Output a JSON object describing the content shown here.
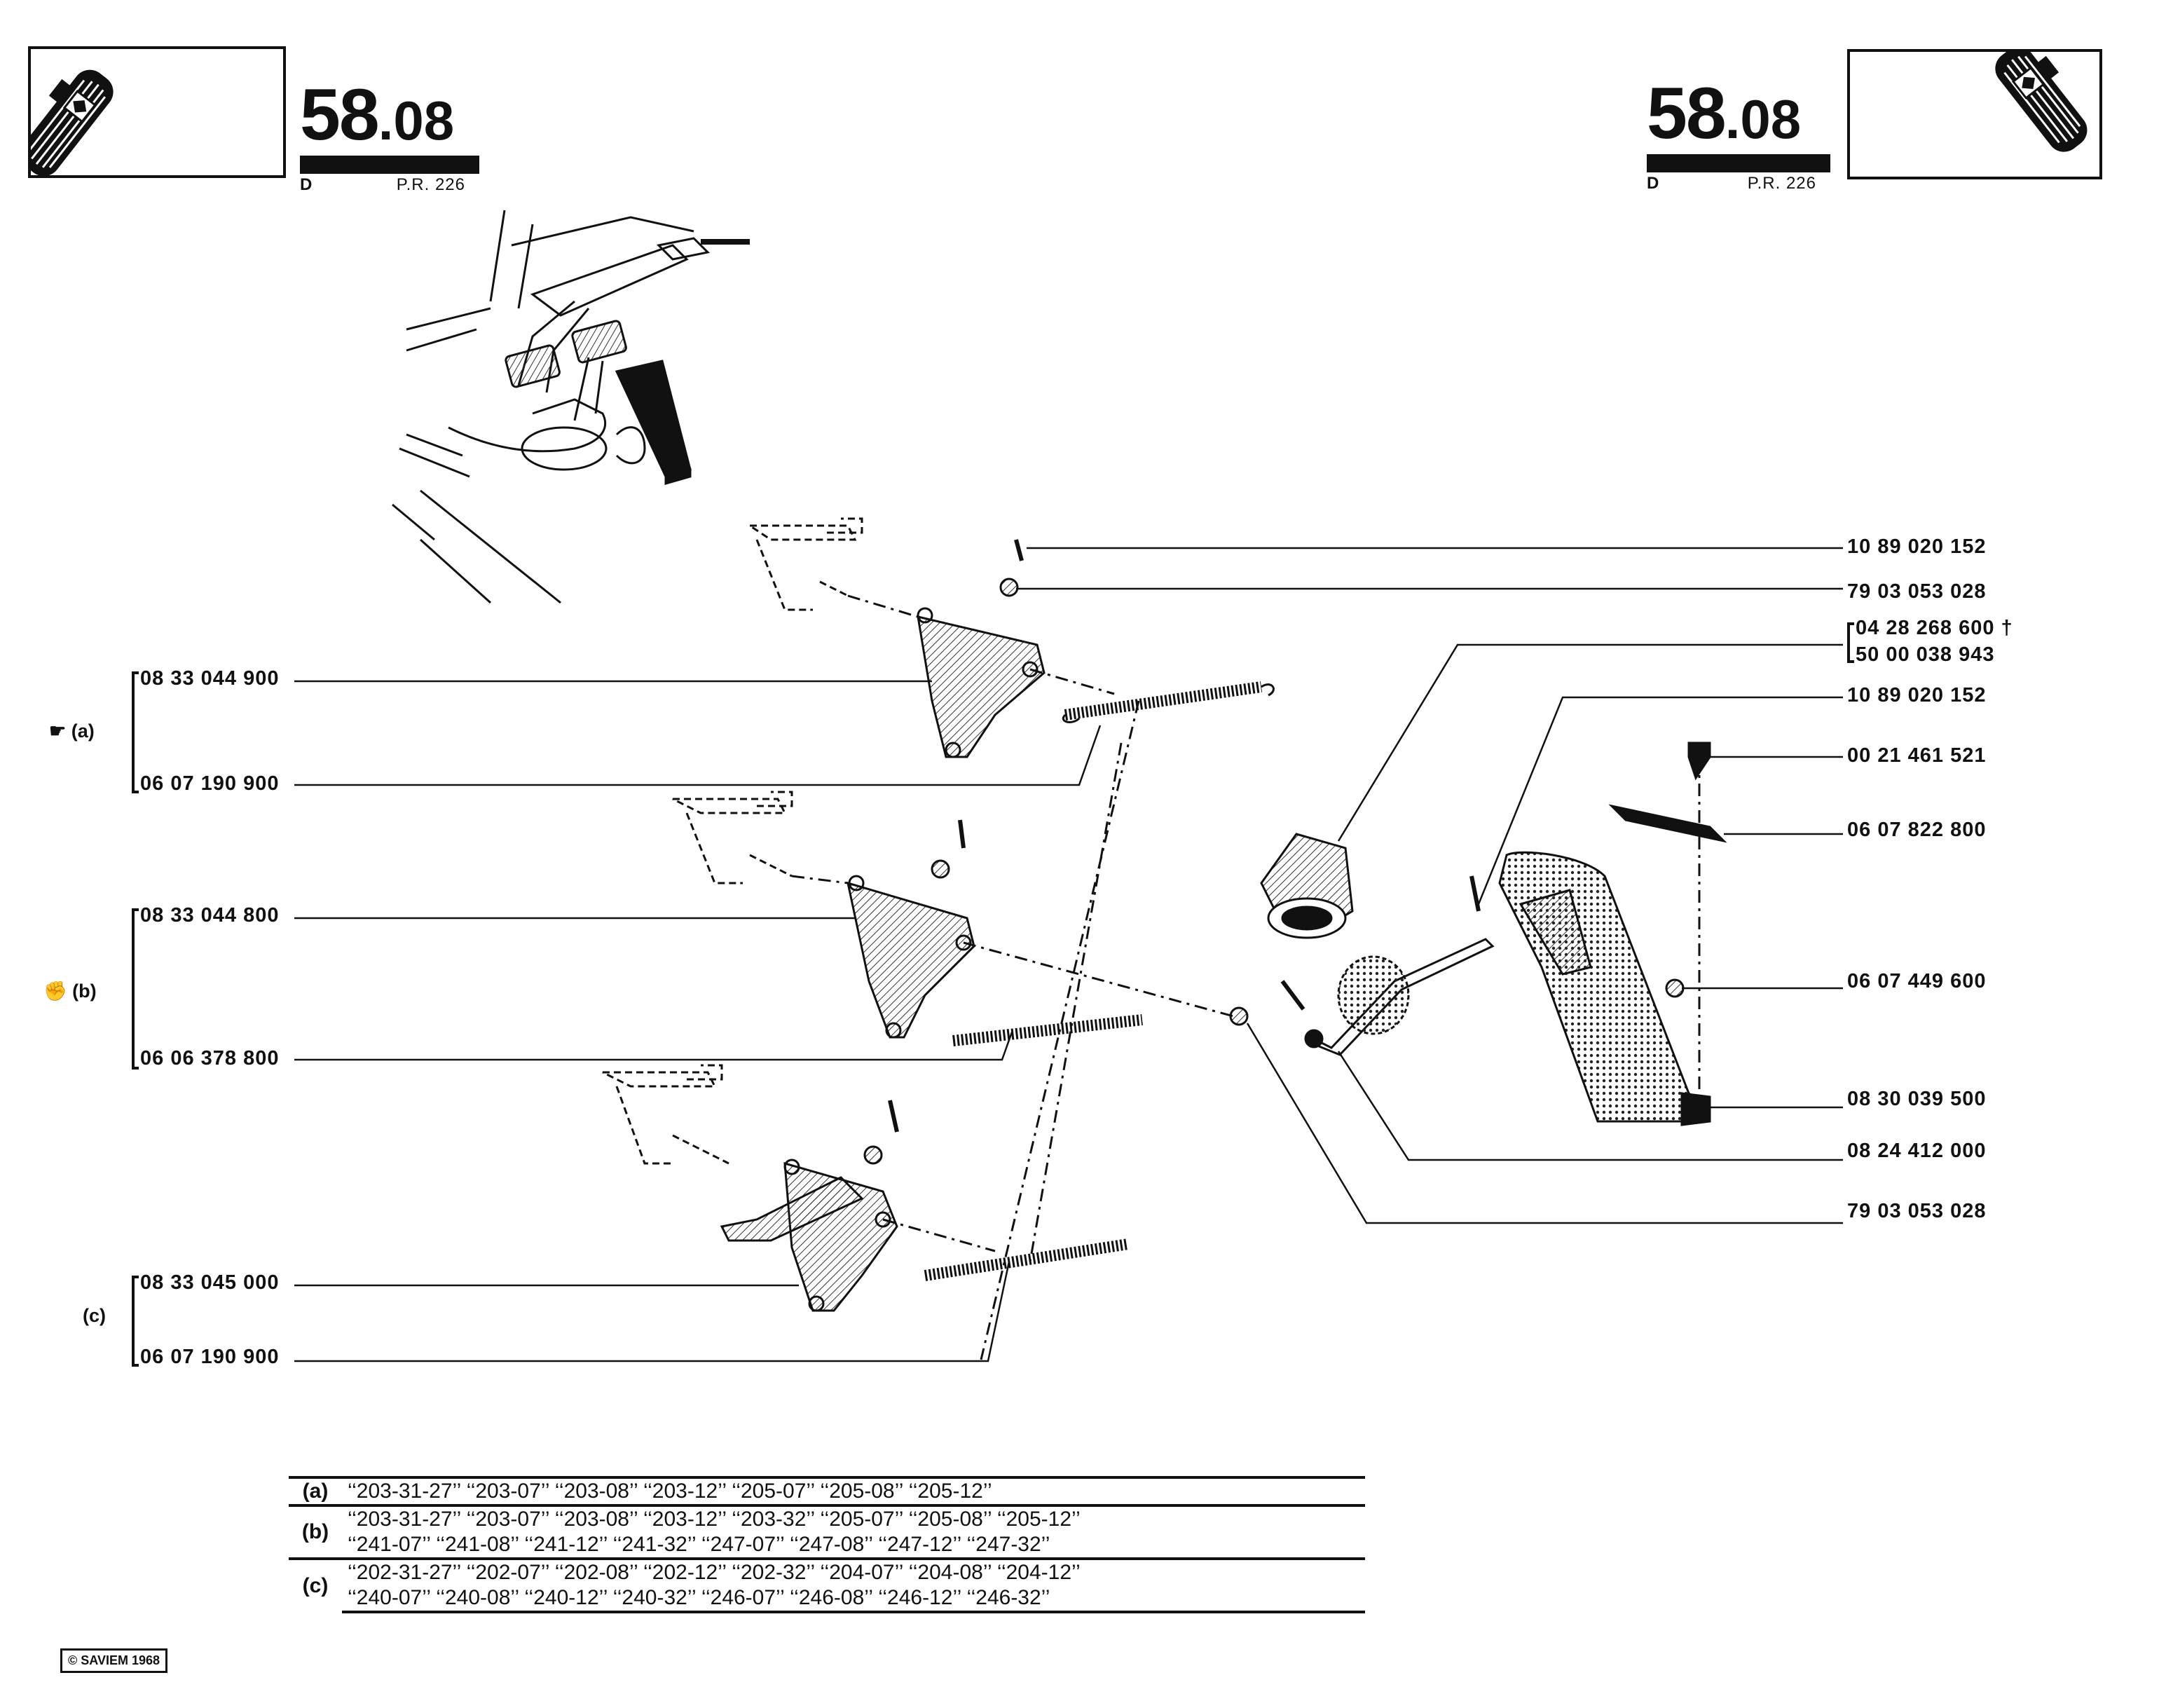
{
  "header": {
    "number_main": "58",
    "number_sub": ".08",
    "d_label": "D",
    "pr_label": "P.R. 226"
  },
  "groups": {
    "a": "(a)",
    "b": "(b)",
    "c": "(c)"
  },
  "parts_left": {
    "a_top": "08 33 044 900",
    "a_bottom": "06 07 190 900",
    "b_top": "08 33 044 800",
    "b_bottom": "06 06 378 800",
    "c_top": "08 33 045 000",
    "c_bottom": "06 07 190 900"
  },
  "parts_right": [
    "10 89 020 152",
    "79 03 053 028",
    "04 28 268 600 †",
    "50 00 038 943",
    "10 89 020 152",
    "00 21 461 521",
    "06 07 822 800",
    "06 07 449 600",
    "08 30 039 500",
    "08 24 412 000",
    "79 03 053 028"
  ],
  "applications": {
    "a": {
      "key": "(a)",
      "line1": "‘‘203-31-27’’ ‘‘203-07’’ ‘‘203-08’’ ‘‘203-12’’ ‘‘205-07’’ ‘‘205-08’’ ‘‘205-12’’"
    },
    "b": {
      "key": "(b)",
      "line1": "‘‘203-31-27’’ ‘‘203-07’’ ‘‘203-08’’ ‘‘203-12’’ ‘‘203-32’’ ‘‘205-07’’ ‘‘205-08’’ ‘‘205-12’’",
      "line2": "‘‘241-07’’ ‘‘241-08’’ ‘‘241-12’’ ‘‘241-32’’ ‘‘247-07’’ ‘‘247-08’’ ‘‘247-12’’ ‘‘247-32’’"
    },
    "c": {
      "key": "(c)",
      "line1": "‘‘202-31-27’’ ‘‘202-07’’ ‘‘202-08’’ ‘‘202-12’’ ‘‘202-32’’ ‘‘204-07’’ ‘‘204-08’’ ‘‘204-12’’",
      "line2": "‘‘240-07’’ ‘‘240-08’’ ‘‘240-12’’ ‘‘240-32’’ ‘‘246-07’’ ‘‘246-08’’ ‘‘246-12’’ ‘‘246-32’’"
    }
  },
  "copyright": "SAVIEM 1968",
  "icons": [
    "accelerator-pedal-icon",
    "pointing-hand-icon",
    "closed-hand-icon",
    "copyright-icon"
  ]
}
